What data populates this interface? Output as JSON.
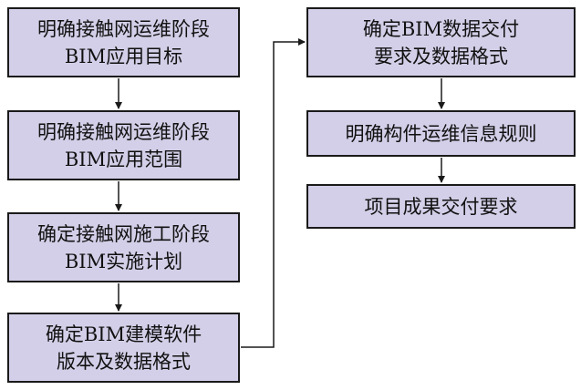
{
  "flowchart": {
    "left_column": [
      {
        "line1": "明确接触网运维阶段",
        "line2": "BIM应用目标"
      },
      {
        "line1": "明确接触网运维阶段",
        "line2": "BIM应用范围"
      },
      {
        "line1": "确定接触网施工阶段",
        "line2": "BIM实施计划"
      },
      {
        "line1": "确定BIM建模软件",
        "line2": "版本及数据格式"
      }
    ],
    "right_column": [
      {
        "line1": "确定BIM数据交付",
        "line2": "要求及数据格式"
      },
      {
        "line1": "明确构件运维信息规则"
      },
      {
        "line1": "项目成果交付要求"
      }
    ]
  },
  "colors": {
    "box_fill": "#d3cfe8",
    "box_border": "#1a1a1a",
    "connector": "#1a1a1a"
  }
}
